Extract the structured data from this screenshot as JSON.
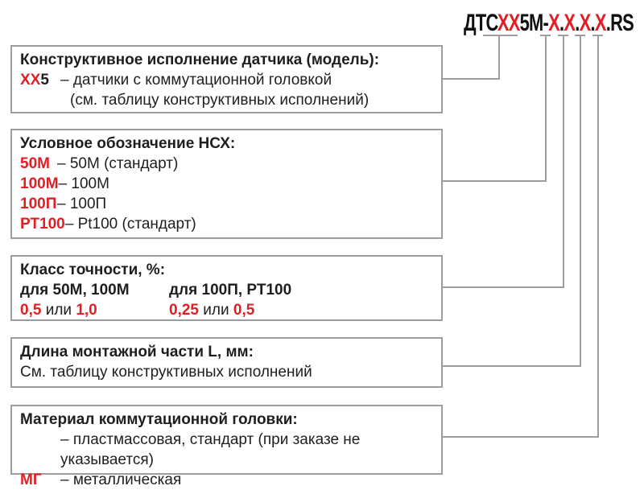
{
  "colors": {
    "red": "#e01f24",
    "line": "#9b9ea1",
    "text": "#1e1e1e",
    "background": "#ffffff"
  },
  "code": {
    "full": "ДТСХХ5М-Х.Х.Х.Х.RS",
    "segments": [
      {
        "text": "ДТС",
        "red": false
      },
      {
        "text": "ХХ",
        "red": true
      },
      {
        "text": "5М-",
        "red": false
      },
      {
        "text": "Х",
        "red": true
      },
      {
        "text": ".",
        "red": false
      },
      {
        "text": "Х",
        "red": true
      },
      {
        "text": ".",
        "red": false
      },
      {
        "text": "Х",
        "red": true
      },
      {
        "text": ".",
        "red": false
      },
      {
        "text": "Х",
        "red": true
      },
      {
        "text": ".RS",
        "red": false
      }
    ]
  },
  "boxes": {
    "model": {
      "title": "Конструктивное исполнение датчика (модель):",
      "code_red": "ХХ",
      "code_black": "5",
      "desc": "– датчики с коммутационной головкой",
      "note": "(см. таблицу конструктивных исполнений)"
    },
    "nsh": {
      "title": "Условное обозначение НСХ:",
      "rows": [
        {
          "code": "50М",
          "desc": "– 50М (стандарт)"
        },
        {
          "code": "100М",
          "desc": "– 100М"
        },
        {
          "code": "100П",
          "desc": "– 100П"
        },
        {
          "code": "РТ100",
          "desc": "– Pt100 (стандарт)"
        }
      ]
    },
    "accuracy": {
      "title": "Класс точности, %:",
      "col1": {
        "header": "для 50М, 100М",
        "v1": "0,5",
        "conj": "или",
        "v2": "1,0"
      },
      "col2": {
        "header": "для 100П, РТ100",
        "v1": "0,25",
        "conj": "или",
        "v2": "0,5"
      }
    },
    "length": {
      "title": "Длина монтажной части L, мм:",
      "note": "См. таблицу конструктивных исполнений"
    },
    "head_material": {
      "title": "Материал коммутационной головки:",
      "rows": [
        {
          "code": "",
          "desc": "– пластмассовая, стандарт (при заказе не указывается)"
        },
        {
          "code": "МГ",
          "desc": "– металлическая"
        }
      ]
    }
  }
}
